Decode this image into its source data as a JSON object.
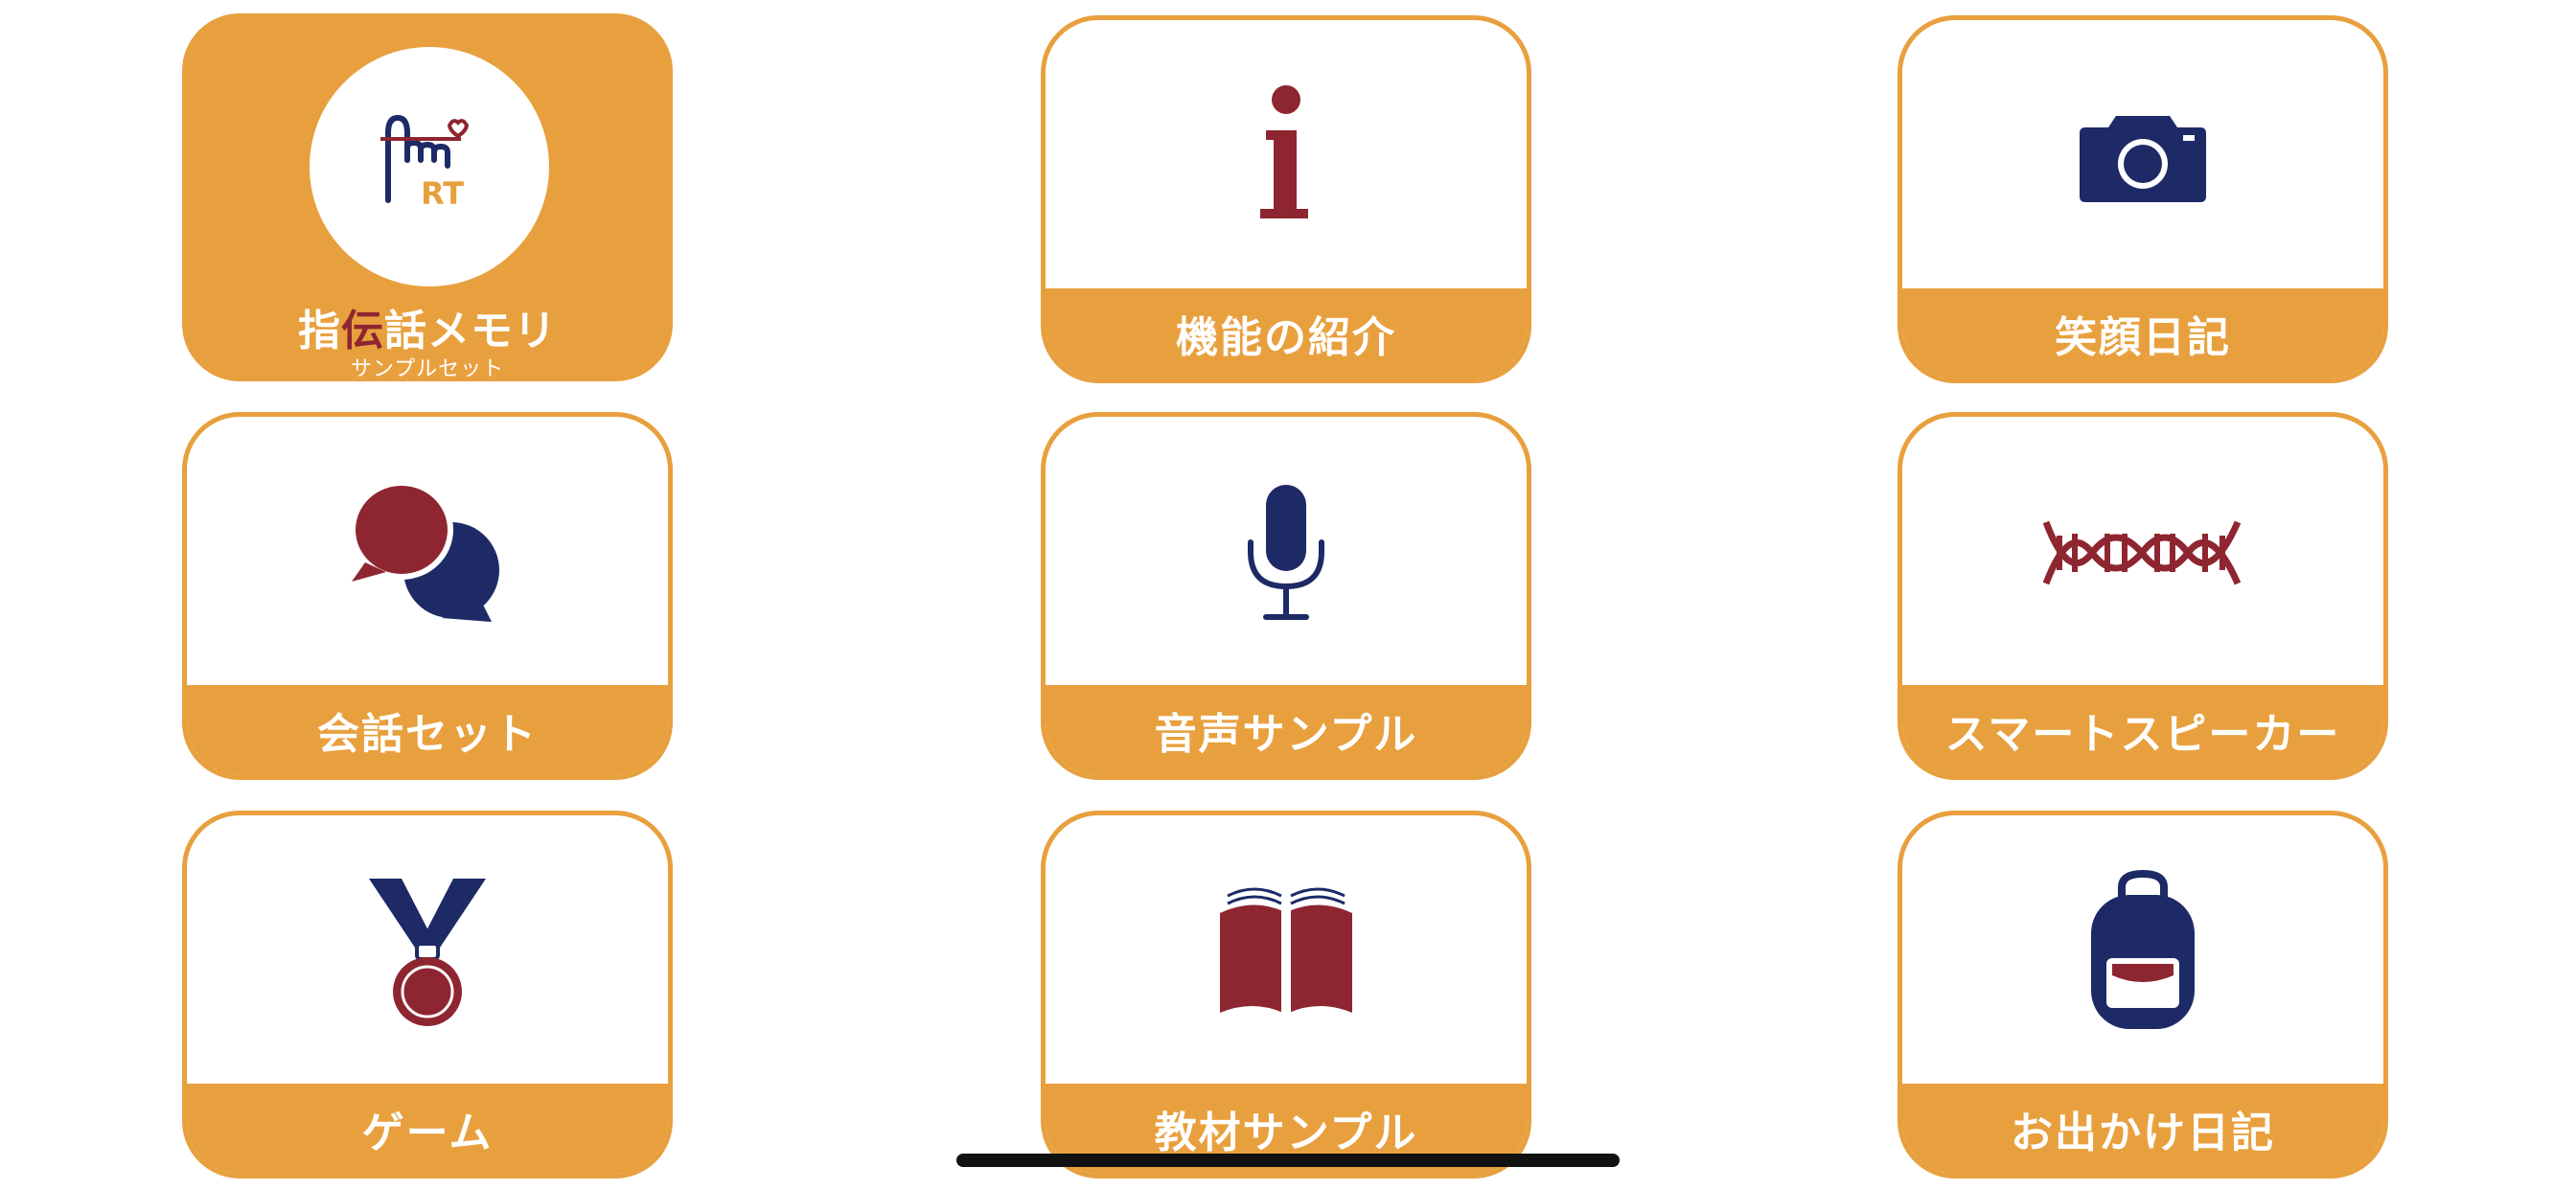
{
  "colors": {
    "accent": "#e8a03e",
    "red": "#8e2631",
    "navy": "#1e2a66",
    "white": "#ffffff"
  },
  "tiles": [
    {
      "title_part1": "指",
      "title_accent": "伝",
      "title_part2": "話メモリ",
      "subtitle": "サンプルセット",
      "logo_text": "RT",
      "icon": "finger-heart-logo-icon"
    },
    {
      "label": "機能の紹介",
      "icon": "info-icon"
    },
    {
      "label": "笑顔日記",
      "icon": "camera-icon"
    },
    {
      "label": "会話セット",
      "icon": "speech-bubbles-icon"
    },
    {
      "label": "音声サンプル",
      "icon": "microphone-icon"
    },
    {
      "label": "スマートスピーカー",
      "icon": "dna-helix-icon"
    },
    {
      "label": "ゲーム",
      "icon": "medal-icon"
    },
    {
      "label": "教材サンプル",
      "icon": "open-book-icon"
    },
    {
      "label": "お出かけ日記",
      "icon": "backpack-icon"
    }
  ]
}
